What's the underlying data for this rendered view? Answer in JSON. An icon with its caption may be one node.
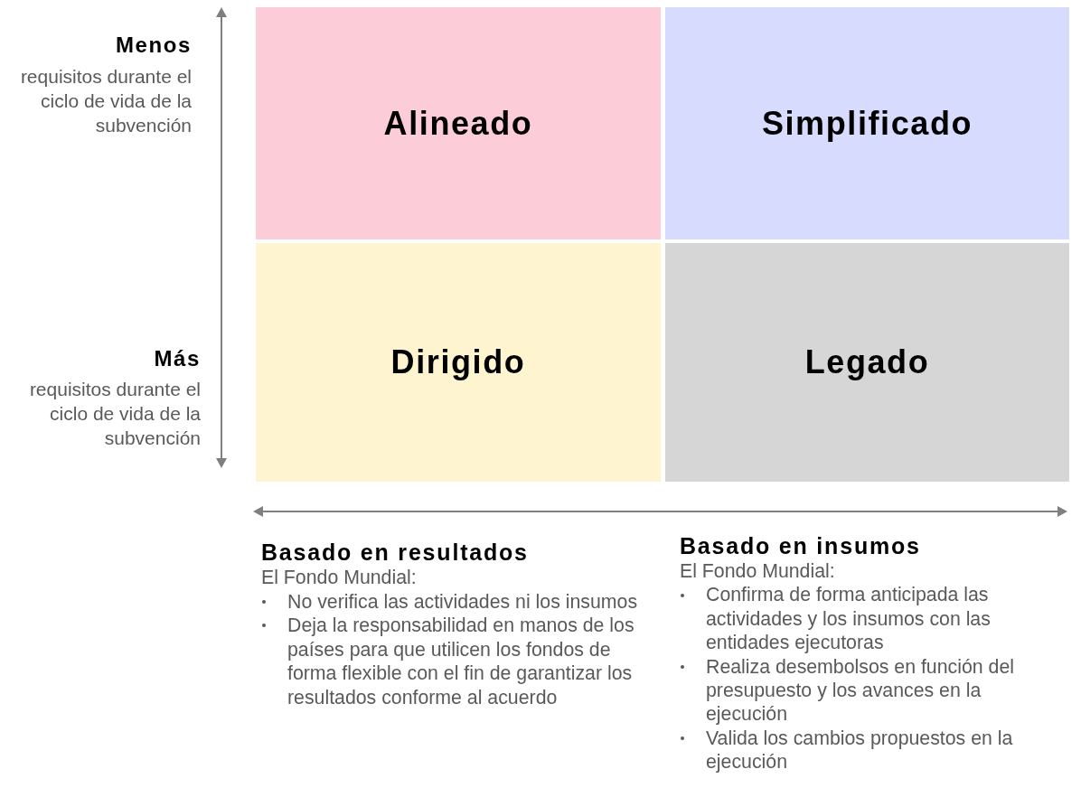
{
  "diagram": {
    "nodes": [
      {
        "text": [
          "Alineado"
        ]
      },
      {
        "text": [
          "Simplificado"
        ]
      },
      {
        "text": [
          "Dirigido"
        ]
      },
      {
        "text": [
          "Legado"
        ]
      }
    ],
    "labels": [
      "Menos",
      "requisitos durante el ciclo de vida de la subvención",
      "Más",
      "requisitos durante el ciclo de vida de la subvención",
      "Basado en resultados",
      "El Fondo Mundial:",
      "No verifica las actividades ni los insumos",
      "Deja la responsabilidad en manos de los países para que utilicen los fondos de forma flexible con el fin de garantizar los resultados conforme al acuerdo",
      "Basado en insumos",
      "El Fondo Mundial:",
      "Confirma de forma anticipada las actividades y los insumos con las entidades ejecutoras",
      "Realiza desembolsos en función del presupuesto y los avances en la ejecución",
      "Valida los cambios propuestos en la ejecución"
    ]
  }
}
